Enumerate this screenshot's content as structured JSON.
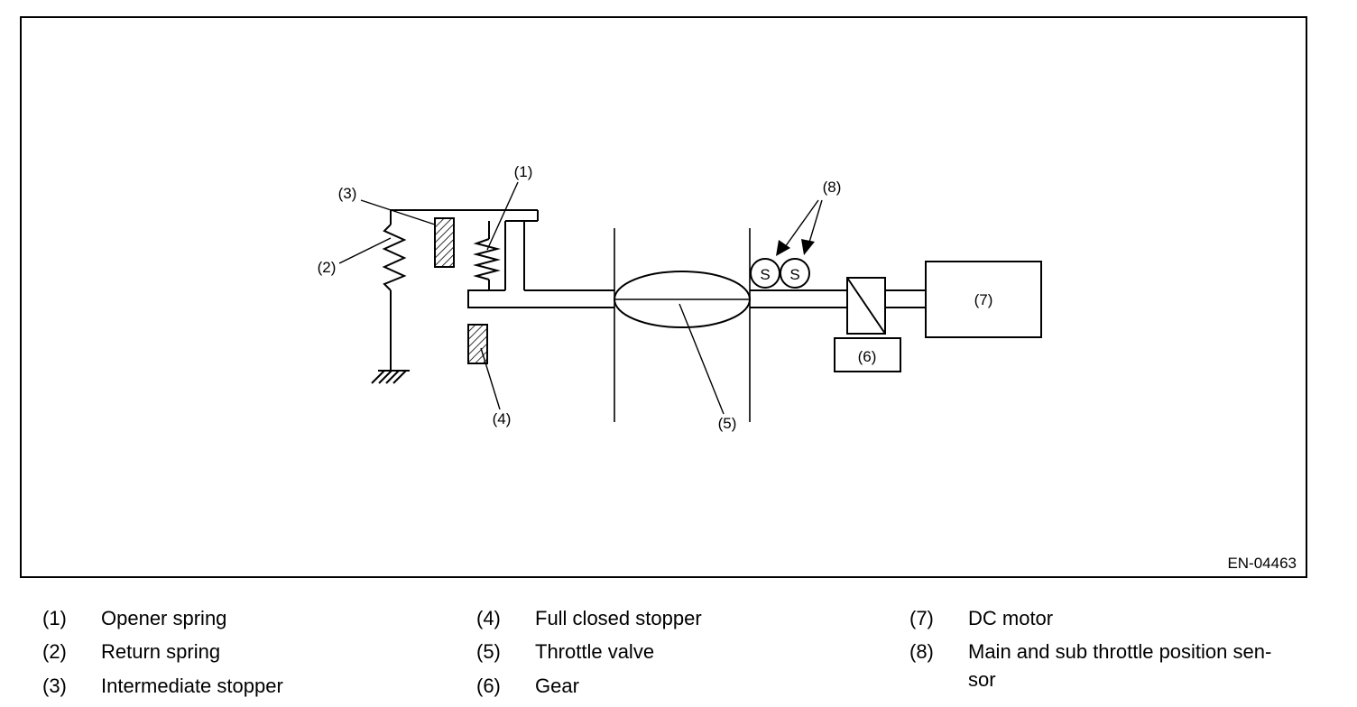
{
  "figure_id": "EN-04463",
  "diagram": {
    "callouts": [
      "(1)",
      "(2)",
      "(3)",
      "(4)",
      "(5)",
      "(6)",
      "(7)",
      "(8)"
    ],
    "sensor_letter": "S",
    "box6_label": "(6)",
    "box7_label": "(7)"
  },
  "legend": [
    {
      "num": "(1)",
      "text": "Opener spring"
    },
    {
      "num": "(2)",
      "text": "Return spring"
    },
    {
      "num": "(3)",
      "text": "Intermediate stopper"
    },
    {
      "num": "(4)",
      "text": "Full closed stopper"
    },
    {
      "num": "(5)",
      "text": "Throttle valve"
    },
    {
      "num": "(6)",
      "text": "Gear"
    },
    {
      "num": "(7)",
      "text": "DC motor"
    },
    {
      "num": "(8)",
      "text": "Main and sub throttle position sen-",
      "text2": "sor"
    }
  ]
}
